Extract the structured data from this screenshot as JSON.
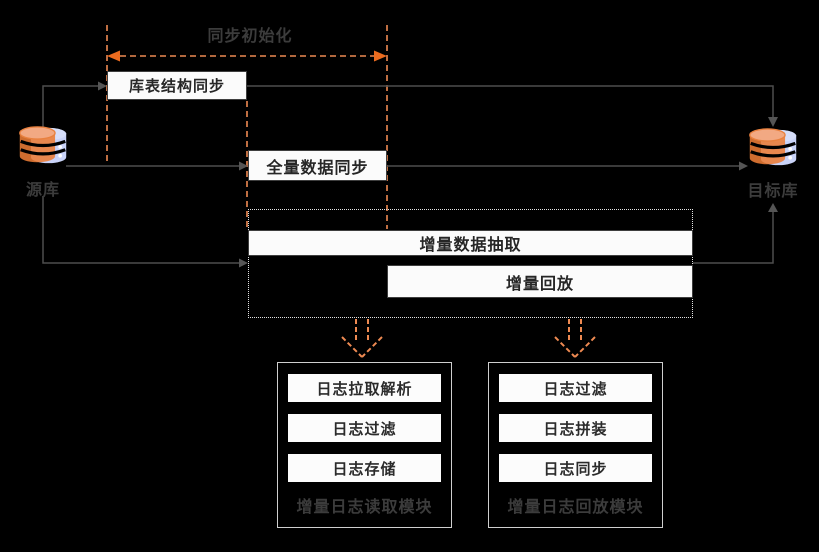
{
  "phase": {
    "label": "同步初始化"
  },
  "source_db": {
    "label": "源库",
    "icon": "database-icon"
  },
  "target_db": {
    "label": "目标库",
    "icon": "database-icon"
  },
  "steps": {
    "schema_sync": {
      "label": "库表结构同步"
    },
    "full_sync": {
      "label": "全量数据同步"
    },
    "incremental_extract": {
      "label": "增量数据抽取"
    },
    "incremental_replay": {
      "label": "增量回放"
    }
  },
  "modules": {
    "reader": {
      "label": "增量日志读取模块",
      "items": [
        "日志拉取解析",
        "日志过滤",
        "日志存储"
      ]
    },
    "replayer": {
      "label": "增量日志回放模块",
      "items": [
        "日志过滤",
        "日志拼装",
        "日志同步"
      ]
    }
  },
  "colors": {
    "canvas_bg": "#000000",
    "accent_orange_dash": "#EE8A52",
    "accent_orange_arrow": "#ED6C1F",
    "line_gray": "#4D4D4D",
    "box_bg": "#FBFBFB",
    "box_border": "#3E3E3E",
    "muted_label_text": "#3C3C3C",
    "module_border": "#CFCFCF",
    "db_blue": "#C9D3F8",
    "db_orange": "#EC7C35"
  }
}
